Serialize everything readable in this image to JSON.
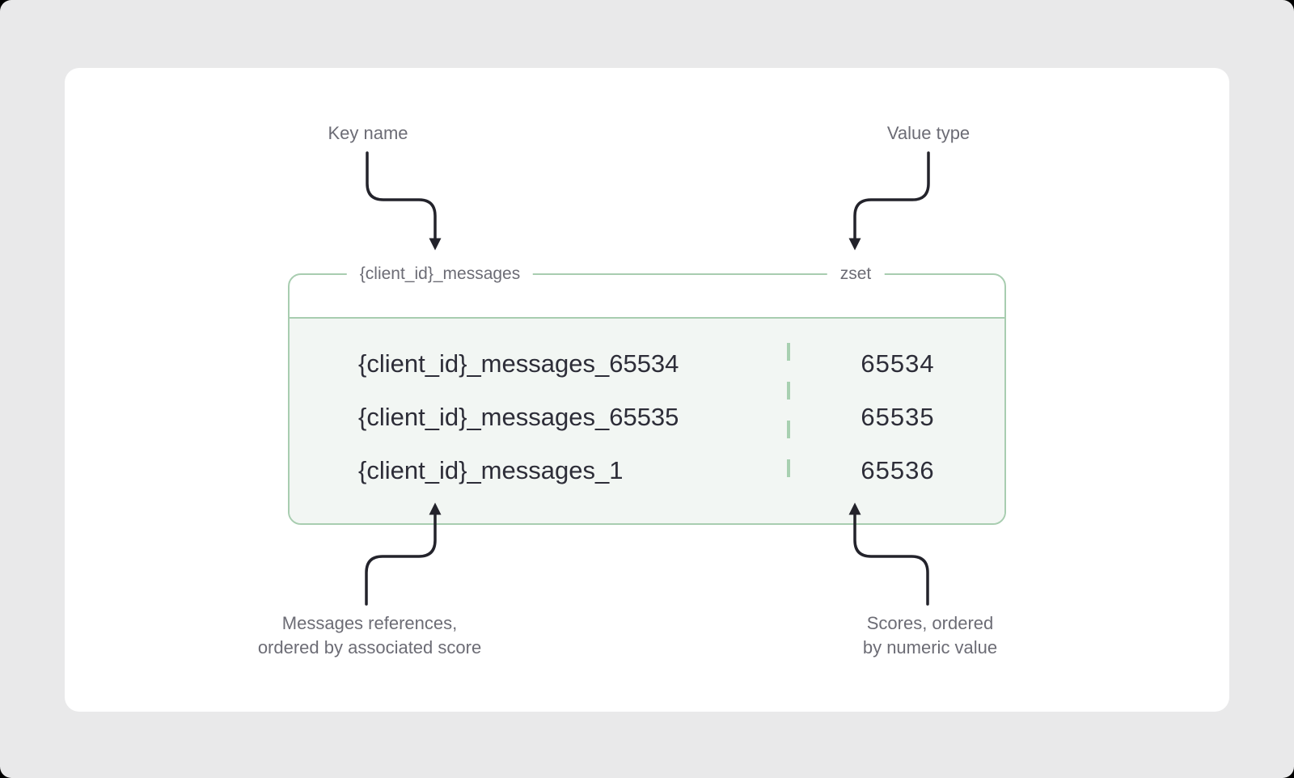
{
  "diagram": {
    "annotations": {
      "key_name_label": "Key name",
      "value_type_label": "Value type"
    },
    "box": {
      "key_name": "{client_id}_messages",
      "value_type": "zset",
      "rows": [
        {
          "member": "{client_id}_messages_65534",
          "score": "65534"
        },
        {
          "member": "{client_id}_messages_65535",
          "score": "65535"
        },
        {
          "member": "{client_id}_messages_1",
          "score": "65536"
        }
      ]
    },
    "captions": {
      "members_line1": "Messages references,",
      "members_line2": "ordered by associated score",
      "scores_line1": "Scores, ordered",
      "scores_line2": "by numeric value"
    },
    "colors": {
      "accent_green": "#a8cdb0",
      "fill_green": "#f2f6f3",
      "arrow_dark": "#23232b",
      "label_gray": "#6c6c75",
      "text_dark": "#2d2d38",
      "card_white": "#ffffff",
      "background_gray": "#e9e9ea"
    }
  }
}
